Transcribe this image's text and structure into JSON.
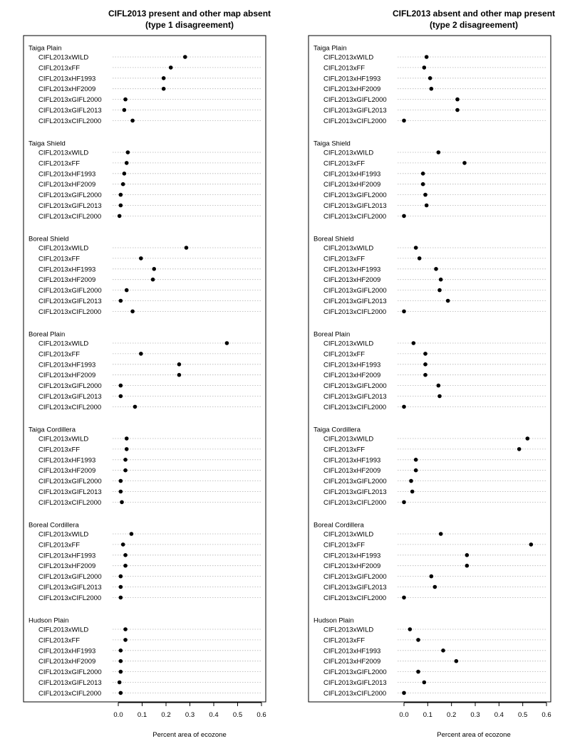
{
  "chart_data": [
    {
      "type": "scatter",
      "subtype": "dot-plot",
      "title_lines": [
        "CIFL2013 present and other map absent",
        "(type 1 disagreement)"
      ],
      "xlabel": "Percent area of ecozone",
      "xlim": [
        0,
        0.6
      ],
      "xticks": [
        "0.0",
        "0.1",
        "0.2",
        "0.3",
        "0.4",
        "0.5",
        "0.6"
      ],
      "grid": "dotted horizontal guide per row",
      "groups": [
        {
          "name": "Taiga Plain",
          "rows": [
            {
              "label": "CIFL2013xWILD",
              "value": 0.28
            },
            {
              "label": "CIFL2013xFF",
              "value": 0.22
            },
            {
              "label": "CIFL2013xHF1993",
              "value": 0.19
            },
            {
              "label": "CIFL2013xHF2009",
              "value": 0.19
            },
            {
              "label": "CIFL2013xGIFL2000",
              "value": 0.03
            },
            {
              "label": "CIFL2013xGIFL2013",
              "value": 0.025
            },
            {
              "label": "CIFL2013xCIFL2000",
              "value": 0.06
            }
          ]
        },
        {
          "name": "Taiga Shield",
          "rows": [
            {
              "label": "CIFL2013xWILD",
              "value": 0.04
            },
            {
              "label": "CIFL2013xFF",
              "value": 0.035
            },
            {
              "label": "CIFL2013xHF1993",
              "value": 0.025
            },
            {
              "label": "CIFL2013xHF2009",
              "value": 0.02
            },
            {
              "label": "CIFL2013xGIFL2000",
              "value": 0.01
            },
            {
              "label": "CIFL2013xGIFL2013",
              "value": 0.01
            },
            {
              "label": "CIFL2013xCIFL2000",
              "value": 0.005
            }
          ]
        },
        {
          "name": "Boreal Shield",
          "rows": [
            {
              "label": "CIFL2013xWILD",
              "value": 0.285
            },
            {
              "label": "CIFL2013xFF",
              "value": 0.095
            },
            {
              "label": "CIFL2013xHF1993",
              "value": 0.15
            },
            {
              "label": "CIFL2013xHF2009",
              "value": 0.145
            },
            {
              "label": "CIFL2013xGIFL2000",
              "value": 0.035
            },
            {
              "label": "CIFL2013xGIFL2013",
              "value": 0.01
            },
            {
              "label": "CIFL2013xCIFL2000",
              "value": 0.06
            }
          ]
        },
        {
          "name": "Boreal Plain",
          "rows": [
            {
              "label": "CIFL2013xWILD",
              "value": 0.455
            },
            {
              "label": "CIFL2013xFF",
              "value": 0.095
            },
            {
              "label": "CIFL2013xHF1993",
              "value": 0.255
            },
            {
              "label": "CIFL2013xHF2009",
              "value": 0.255
            },
            {
              "label": "CIFL2013xGIFL2000",
              "value": 0.01
            },
            {
              "label": "CIFL2013xGIFL2013",
              "value": 0.01
            },
            {
              "label": "CIFL2013xCIFL2000",
              "value": 0.07
            }
          ]
        },
        {
          "name": "Taiga Cordillera",
          "rows": [
            {
              "label": "CIFL2013xWILD",
              "value": 0.035
            },
            {
              "label": "CIFL2013xFF",
              "value": 0.035
            },
            {
              "label": "CIFL2013xHF1993",
              "value": 0.03
            },
            {
              "label": "CIFL2013xHF2009",
              "value": 0.03
            },
            {
              "label": "CIFL2013xGIFL2000",
              "value": 0.01
            },
            {
              "label": "CIFL2013xGIFL2013",
              "value": 0.01
            },
            {
              "label": "CIFL2013xCIFL2000",
              "value": 0.015
            }
          ]
        },
        {
          "name": "Boreal Cordillera",
          "rows": [
            {
              "label": "CIFL2013xWILD",
              "value": 0.055
            },
            {
              "label": "CIFL2013xFF",
              "value": 0.02
            },
            {
              "label": "CIFL2013xHF1993",
              "value": 0.03
            },
            {
              "label": "CIFL2013xHF2009",
              "value": 0.03
            },
            {
              "label": "CIFL2013xGIFL2000",
              "value": 0.01
            },
            {
              "label": "CIFL2013xGIFL2013",
              "value": 0.01
            },
            {
              "label": "CIFL2013xCIFL2000",
              "value": 0.01
            }
          ]
        },
        {
          "name": "Hudson Plain",
          "rows": [
            {
              "label": "CIFL2013xWILD",
              "value": 0.03
            },
            {
              "label": "CIFL2013xFF",
              "value": 0.03
            },
            {
              "label": "CIFL2013xHF1993",
              "value": 0.01
            },
            {
              "label": "CIFL2013xHF2009",
              "value": 0.01
            },
            {
              "label": "CIFL2013xGIFL2000",
              "value": 0.01
            },
            {
              "label": "CIFL2013xGIFL2013",
              "value": 0.005
            },
            {
              "label": "CIFL2013xCIFL2000",
              "value": 0.01
            }
          ]
        }
      ]
    },
    {
      "type": "scatter",
      "subtype": "dot-plot",
      "title_lines": [
        "CIFL2013 absent and other map present",
        "(type 2 disagreement)"
      ],
      "xlabel": "Percent area of ecozone",
      "xlim": [
        0,
        0.6
      ],
      "xticks": [
        "0.0",
        "0.1",
        "0.2",
        "0.3",
        "0.4",
        "0.5",
        "0.6"
      ],
      "grid": "dotted horizontal guide per row",
      "groups": [
        {
          "name": "Taiga Plain",
          "rows": [
            {
              "label": "CIFL2013xWILD",
              "value": 0.095
            },
            {
              "label": "CIFL2013xFF",
              "value": 0.085
            },
            {
              "label": "CIFL2013xHF1993",
              "value": 0.11
            },
            {
              "label": "CIFL2013xHF2009",
              "value": 0.115
            },
            {
              "label": "CIFL2013xGIFL2000",
              "value": 0.225
            },
            {
              "label": "CIFL2013xGIFL2013",
              "value": 0.225
            },
            {
              "label": "CIFL2013xCIFL2000",
              "value": 0.0
            }
          ]
        },
        {
          "name": "Taiga Shield",
          "rows": [
            {
              "label": "CIFL2013xWILD",
              "value": 0.145
            },
            {
              "label": "CIFL2013xFF",
              "value": 0.255
            },
            {
              "label": "CIFL2013xHF1993",
              "value": 0.08
            },
            {
              "label": "CIFL2013xHF2009",
              "value": 0.08
            },
            {
              "label": "CIFL2013xGIFL2000",
              "value": 0.09
            },
            {
              "label": "CIFL2013xGIFL2013",
              "value": 0.095
            },
            {
              "label": "CIFL2013xCIFL2000",
              "value": 0.0
            }
          ]
        },
        {
          "name": "Boreal Shield",
          "rows": [
            {
              "label": "CIFL2013xWILD",
              "value": 0.05
            },
            {
              "label": "CIFL2013xFF",
              "value": 0.065
            },
            {
              "label": "CIFL2013xHF1993",
              "value": 0.135
            },
            {
              "label": "CIFL2013xHF2009",
              "value": 0.155
            },
            {
              "label": "CIFL2013xGIFL2000",
              "value": 0.15
            },
            {
              "label": "CIFL2013xGIFL2013",
              "value": 0.185
            },
            {
              "label": "CIFL2013xCIFL2000",
              "value": 0.0
            }
          ]
        },
        {
          "name": "Boreal Plain",
          "rows": [
            {
              "label": "CIFL2013xWILD",
              "value": 0.04
            },
            {
              "label": "CIFL2013xFF",
              "value": 0.09
            },
            {
              "label": "CIFL2013xHF1993",
              "value": 0.09
            },
            {
              "label": "CIFL2013xHF2009",
              "value": 0.09
            },
            {
              "label": "CIFL2013xGIFL2000",
              "value": 0.145
            },
            {
              "label": "CIFL2013xGIFL2013",
              "value": 0.15
            },
            {
              "label": "CIFL2013xCIFL2000",
              "value": 0.0
            }
          ]
        },
        {
          "name": "Taiga Cordillera",
          "rows": [
            {
              "label": "CIFL2013xWILD",
              "value": 0.52
            },
            {
              "label": "CIFL2013xFF",
              "value": 0.485
            },
            {
              "label": "CIFL2013xHF1993",
              "value": 0.05
            },
            {
              "label": "CIFL2013xHF2009",
              "value": 0.05
            },
            {
              "label": "CIFL2013xGIFL2000",
              "value": 0.03
            },
            {
              "label": "CIFL2013xGIFL2013",
              "value": 0.035
            },
            {
              "label": "CIFL2013xCIFL2000",
              "value": 0.0
            }
          ]
        },
        {
          "name": "Boreal Cordillera",
          "rows": [
            {
              "label": "CIFL2013xWILD",
              "value": 0.155
            },
            {
              "label": "CIFL2013xFF",
              "value": 0.535
            },
            {
              "label": "CIFL2013xHF1993",
              "value": 0.265
            },
            {
              "label": "CIFL2013xHF2009",
              "value": 0.265
            },
            {
              "label": "CIFL2013xGIFL2000",
              "value": 0.115
            },
            {
              "label": "CIFL2013xGIFL2013",
              "value": 0.13
            },
            {
              "label": "CIFL2013xCIFL2000",
              "value": 0.0
            }
          ]
        },
        {
          "name": "Hudson Plain",
          "rows": [
            {
              "label": "CIFL2013xWILD",
              "value": 0.025
            },
            {
              "label": "CIFL2013xFF",
              "value": 0.06
            },
            {
              "label": "CIFL2013xHF1993",
              "value": 0.165
            },
            {
              "label": "CIFL2013xHF2009",
              "value": 0.22
            },
            {
              "label": "CIFL2013xGIFL2000",
              "value": 0.06
            },
            {
              "label": "CIFL2013xGIFL2013",
              "value": 0.085
            },
            {
              "label": "CIFL2013xCIFL2000",
              "value": 0.0
            }
          ]
        }
      ]
    }
  ]
}
